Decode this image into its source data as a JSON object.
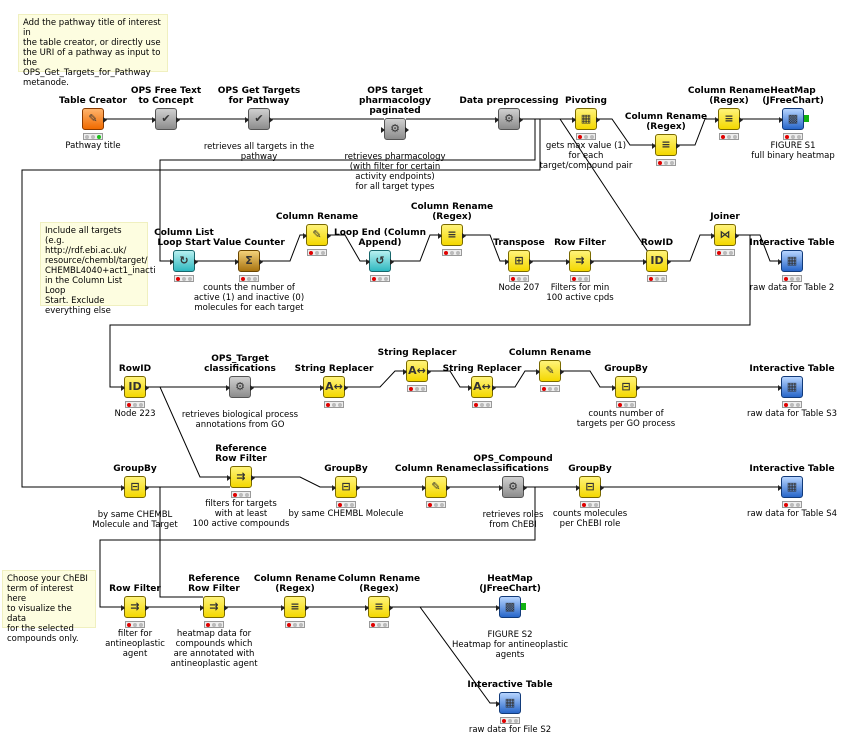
{
  "annotations": [
    {
      "id": "note-pathway-title",
      "text": "Add the pathway title of interest in\nthe table creator, or directly use\nthe URI of a pathway as input to\nthe OPS_Get_Targets_for_Pathway\nmetanode."
    },
    {
      "id": "note-include-targets",
      "text": "Include all targets (e.g.\nhttp://rdf.ebi.ac.uk/\nresource/chembl/target/\nCHEMBL4040+act1_inacti\nin the Column List Loop\nStart. Exclude\neverything else"
    },
    {
      "id": "note-chebi-term",
      "text": "Choose your ChEBI\nterm of interest here\nto visualize the data\nfor the selected\ncompounds only."
    }
  ],
  "nodes": [
    {
      "id": "table-creator",
      "title": "Table Creator",
      "icon": "table-creator-icon",
      "color": "orange",
      "glyph": "✎",
      "status": "green",
      "desc": "Pathway title"
    },
    {
      "id": "ops-free-text",
      "title": "OPS Free Text\nto Concept",
      "icon": "metanode-icon",
      "color": "gray",
      "glyph": "✔",
      "status": "",
      "desc": ""
    },
    {
      "id": "ops-get-targets",
      "title": "OPS Get Targets\nfor Pathway",
      "icon": "metanode-icon",
      "color": "gray",
      "glyph": "✔",
      "status": "",
      "desc": "retrieves all targets in the pathway"
    },
    {
      "id": "ops-target-pharmacology",
      "title": "OPS target\npharmacology paginated",
      "icon": "metanode-icon",
      "color": "gray",
      "glyph": "⚙",
      "status": "",
      "desc": "retrieves pharmacology\n(with filter for certain\nactivity endpoints)\nfor all target types"
    },
    {
      "id": "data-preprocessing",
      "title": "Data preprocessing",
      "icon": "metanode-icon",
      "color": "gray",
      "glyph": "⚙",
      "status": "",
      "desc": ""
    },
    {
      "id": "pivoting",
      "title": "Pivoting",
      "icon": "pivot-icon",
      "color": "yellow",
      "glyph": "▦",
      "status": "red",
      "desc": "gets max value (1)\nfor each\ntarget/compound pair"
    },
    {
      "id": "column-rename-regex-1",
      "title": "Column Rename\n(Regex)",
      "icon": "rename-regex-icon",
      "color": "yellow",
      "glyph": "≡",
      "status": "red",
      "desc": ""
    },
    {
      "id": "column-rename-regex-2",
      "title": "Column Rename\n(Regex)",
      "icon": "rename-regex-icon",
      "color": "yellow",
      "glyph": "≡",
      "status": "red",
      "desc": ""
    },
    {
      "id": "heatmap-1",
      "title": "HeatMap\n(JFreeChart)",
      "icon": "heatmap-icon",
      "color": "blue",
      "glyph": "▩",
      "status": "red",
      "desc": "FIGURE S1\nfull binary heatmap"
    },
    {
      "id": "column-list-loop-start",
      "title": "Column List\nLoop Start",
      "icon": "loop-start-icon",
      "color": "teal",
      "glyph": "↻",
      "status": "red",
      "desc": ""
    },
    {
      "id": "value-counter",
      "title": "Value Counter",
      "icon": "value-counter-icon",
      "color": "brown",
      "glyph": "Σ",
      "status": "red",
      "desc": "counts the number of\nactive (1) and inactive (0)\nmolecules for each target"
    },
    {
      "id": "column-rename-1",
      "title": "Column Rename",
      "icon": "rename-icon",
      "color": "yellow",
      "glyph": "✎",
      "status": "red",
      "desc": ""
    },
    {
      "id": "loop-end",
      "title": "Loop End (Column\nAppend)",
      "icon": "loop-end-icon",
      "color": "teal",
      "glyph": "↺",
      "status": "red",
      "desc": ""
    },
    {
      "id": "column-rename-regex-3",
      "title": "Column Rename\n(Regex)",
      "icon": "rename-regex-icon",
      "color": "yellow",
      "glyph": "≡",
      "status": "red",
      "desc": ""
    },
    {
      "id": "transpose",
      "title": "Transpose",
      "icon": "transpose-icon",
      "color": "yellow",
      "glyph": "⊞",
      "status": "red",
      "desc": "Node 207"
    },
    {
      "id": "row-filter-1",
      "title": "Row Filter",
      "icon": "row-filter-icon",
      "color": "yellow",
      "glyph": "⇉",
      "status": "red",
      "desc": "Filters for min\n100 active cpds"
    },
    {
      "id": "rowid-1",
      "title": "RowID",
      "icon": "rowid-icon",
      "color": "yellow",
      "glyph": "ID",
      "status": "red",
      "desc": ""
    },
    {
      "id": "joiner",
      "title": "Joiner",
      "icon": "joiner-icon",
      "color": "yellow",
      "glyph": "⋈",
      "status": "red",
      "desc": ""
    },
    {
      "id": "interactive-table-1",
      "title": "Interactive Table",
      "icon": "interactive-table-icon",
      "color": "blue",
      "glyph": "▦",
      "status": "red",
      "desc": "raw data for Table 2"
    },
    {
      "id": "rowid-2",
      "title": "RowID",
      "icon": "rowid-icon",
      "color": "yellow",
      "glyph": "ID",
      "status": "red",
      "desc": "Node 223"
    },
    {
      "id": "ops-target-classifications",
      "title": "OPS_Target\nclassifications",
      "icon": "metanode-icon",
      "color": "gray",
      "glyph": "⚙",
      "status": "",
      "desc": "retrieves biological process\nannotations from GO"
    },
    {
      "id": "string-replacer-1",
      "title": "String Replacer",
      "icon": "string-replacer-icon",
      "color": "yellow",
      "glyph": "A↔",
      "status": "red",
      "desc": ""
    },
    {
      "id": "string-replacer-2",
      "title": "String Replacer",
      "icon": "string-replacer-icon",
      "color": "yellow",
      "glyph": "A↔",
      "status": "red",
      "desc": ""
    },
    {
      "id": "string-replacer-3",
      "title": "String Replacer",
      "icon": "string-replacer-icon",
      "color": "yellow",
      "glyph": "A↔",
      "status": "red",
      "desc": ""
    },
    {
      "id": "column-rename-2",
      "title": "Column Rename",
      "icon": "rename-icon",
      "color": "yellow",
      "glyph": "✎",
      "status": "red",
      "desc": ""
    },
    {
      "id": "groupby-1",
      "title": "GroupBy",
      "icon": "groupby-icon",
      "color": "yellow",
      "glyph": "⊟",
      "status": "red",
      "desc": "counts number of\ntargets per GO process"
    },
    {
      "id": "interactive-table-2",
      "title": "Interactive Table",
      "icon": "interactive-table-icon",
      "color": "blue",
      "glyph": "▦",
      "status": "red",
      "desc": "raw data for Table S3"
    },
    {
      "id": "groupby-2",
      "title": "GroupBy",
      "icon": "groupby-icon",
      "color": "yellow",
      "glyph": "⊟",
      "status": "",
      "desc": "by same CHEMBL\nMolecule and Target"
    },
    {
      "id": "reference-row-filter-1",
      "title": "Reference\nRow Filter",
      "icon": "reference-filter-icon",
      "color": "yellow",
      "glyph": "⇉",
      "status": "red",
      "desc": "filters for targets\nwith at least\n100 active compounds"
    },
    {
      "id": "groupby-3",
      "title": "GroupBy",
      "icon": "groupby-icon",
      "color": "yellow",
      "glyph": "⊟",
      "status": "red",
      "desc": "by same CHEMBL Molecule"
    },
    {
      "id": "column-rename-3",
      "title": "Column Rename",
      "icon": "rename-icon",
      "color": "yellow",
      "glyph": "✎",
      "status": "red",
      "desc": ""
    },
    {
      "id": "ops-compound-classifications",
      "title": "OPS_Compound\nclassifications",
      "icon": "metanode-icon",
      "color": "gray",
      "glyph": "⚙",
      "status": "",
      "desc": "retrieves roles\nfrom ChEBI"
    },
    {
      "id": "groupby-4",
      "title": "GroupBy",
      "icon": "groupby-icon",
      "color": "yellow",
      "glyph": "⊟",
      "status": "red",
      "desc": "counts molecules\nper ChEBI role"
    },
    {
      "id": "interactive-table-3",
      "title": "Interactive Table",
      "icon": "interactive-table-icon",
      "color": "blue",
      "glyph": "▦",
      "status": "red",
      "desc": "raw data for Table S4"
    },
    {
      "id": "row-filter-2",
      "title": "Row Filter",
      "icon": "row-filter-icon",
      "color": "yellow",
      "glyph": "⇉",
      "status": "red",
      "desc": "filter for\nantineoplastic\nagent"
    },
    {
      "id": "reference-row-filter-2",
      "title": "Reference\nRow Filter",
      "icon": "reference-filter-icon",
      "color": "yellow",
      "glyph": "⇉",
      "status": "red",
      "desc": "heatmap data for\ncompounds which\nare annotated with\nantineoplastic agent"
    },
    {
      "id": "column-rename-regex-4",
      "title": "Column Rename\n(Regex)",
      "icon": "rename-regex-icon",
      "color": "yellow",
      "glyph": "≡",
      "status": "red",
      "desc": ""
    },
    {
      "id": "column-rename-regex-5",
      "title": "Column Rename\n(Regex)",
      "icon": "rename-regex-icon",
      "color": "yellow",
      "glyph": "≡",
      "status": "red",
      "desc": ""
    },
    {
      "id": "heatmap-2",
      "title": "HeatMap\n(JFreeChart)",
      "icon": "heatmap-icon",
      "color": "blue",
      "glyph": "▩",
      "status": "",
      "desc": "FIGURE S2\nHeatmap for antineoplastic agents"
    },
    {
      "id": "interactive-table-4",
      "title": "Interactive Table",
      "icon": "interactive-table-icon",
      "color": "blue",
      "glyph": "▦",
      "status": "red",
      "desc": "raw data for File S2"
    }
  ]
}
